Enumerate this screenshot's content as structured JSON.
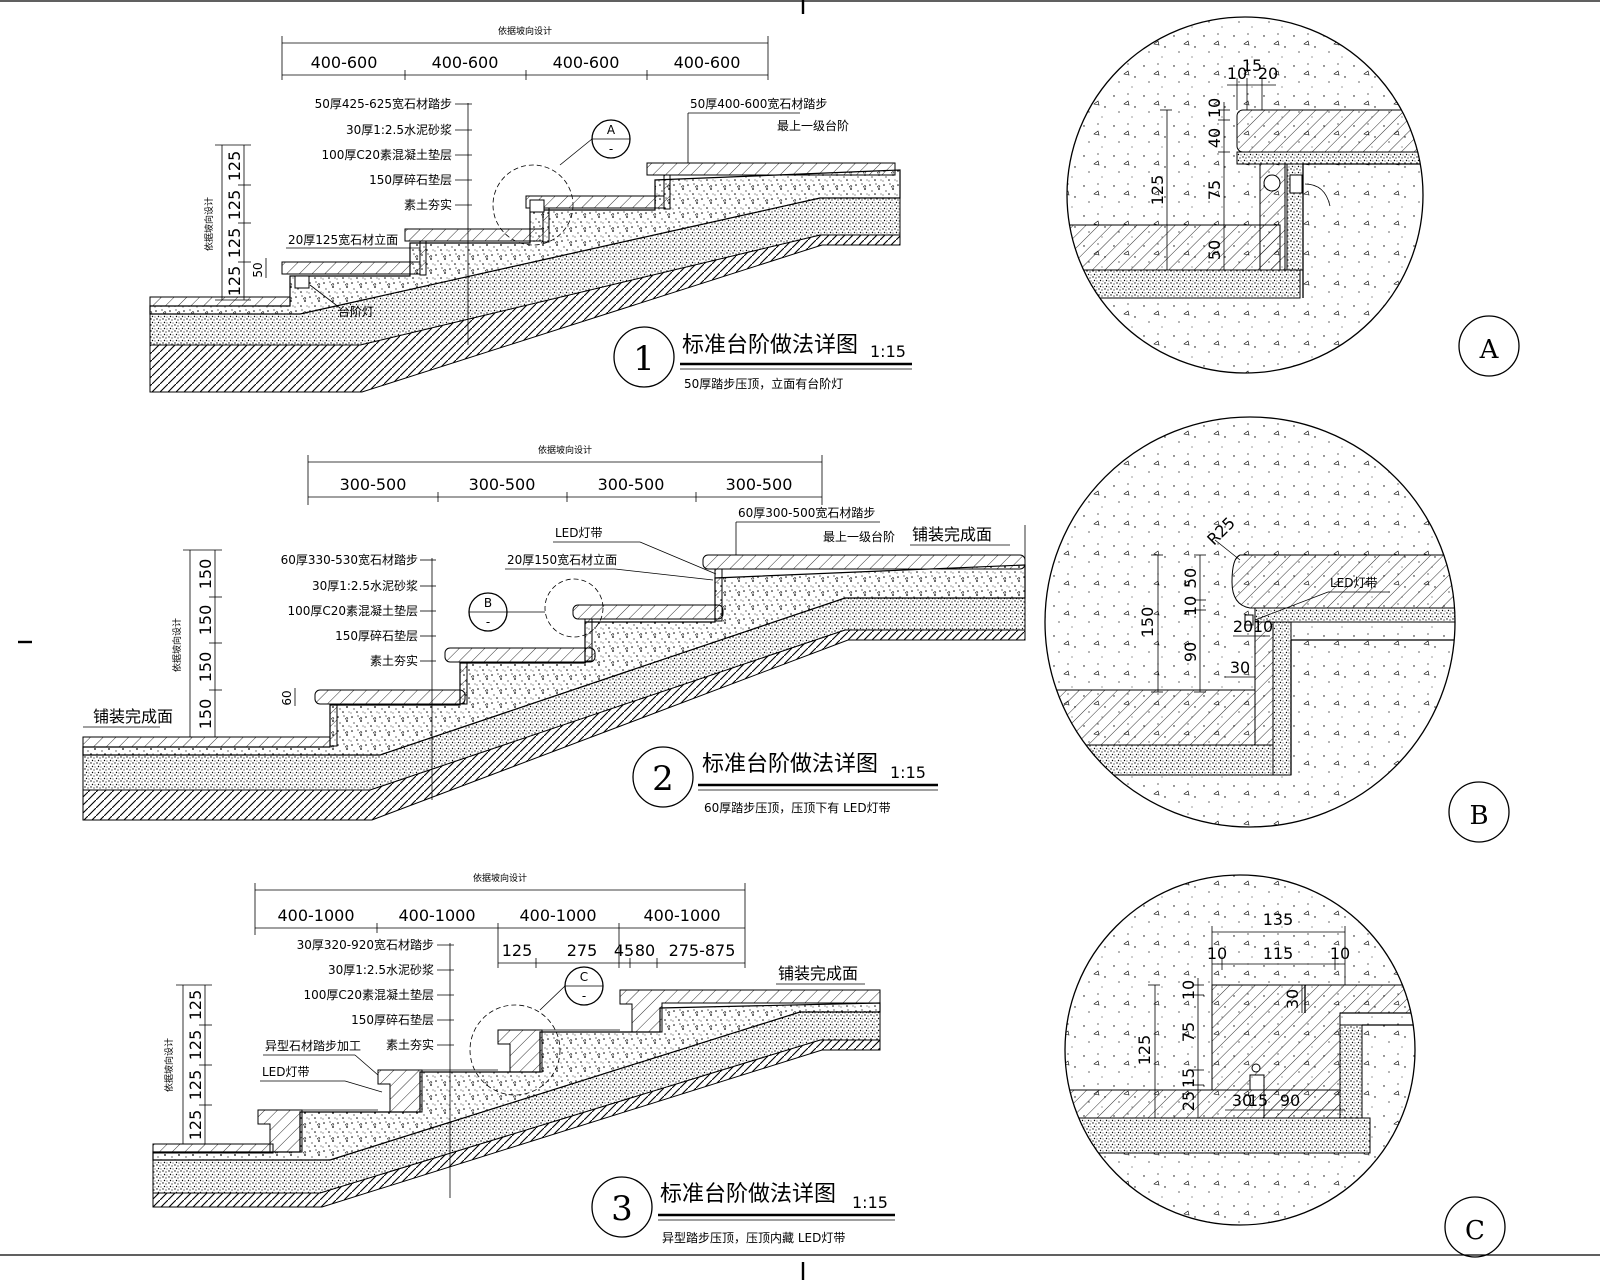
{
  "detail1": {
    "overall_dim": "依据坡向设计",
    "widths": [
      "400-600",
      "400-600",
      "400-600",
      "400-600"
    ],
    "layers": [
      "50厚425-625宽石材踏步",
      "30厚1:2.5水泥砂浆",
      "100厚C20素混凝土垫层",
      "150厚碎石垫层",
      "素土夯实"
    ],
    "riser_label": "20厚125宽石材立面",
    "top_tread": "50厚400-600宽石材踏步",
    "top_step": "最上一级台阶",
    "lamp": "台阶灯",
    "heights": [
      "125",
      "125",
      "125",
      "125"
    ],
    "small_dim": "50",
    "height_label": "依据坡向设计",
    "callout_letter": "A",
    "callout_sub": "-",
    "number": "1",
    "title": "标准台阶做法详图",
    "scale": "1:15",
    "subtitle": "50厚踏步压顶，立面有台阶灯"
  },
  "detail2": {
    "overall_dim": "依据坡向设计",
    "widths": [
      "300-500",
      "300-500",
      "300-500",
      "300-500"
    ],
    "layers": [
      "60厚330-530宽石材踏步",
      "30厚1:2.5水泥砂浆",
      "100厚C20素混凝土垫层",
      "150厚碎石垫层",
      "素土夯实"
    ],
    "led": "LED灯带",
    "riser_label": "20厚150宽石材立面",
    "top_tread": "60厚300-500宽石材踏步",
    "top_step": "最上一级台阶",
    "paving_top": "铺装完成面",
    "paving_left": "铺装完成面",
    "heights": [
      "150",
      "150",
      "150",
      "150"
    ],
    "small_dim": "60",
    "height_label": "依据坡向设计",
    "callout_letter": "B",
    "callout_sub": "-",
    "number": "2",
    "title": "标准台阶做法详图",
    "scale": "1:15",
    "subtitle": "60厚踏步压顶，压顶下有 LED灯带"
  },
  "detail3": {
    "overall_dim": "依据坡向设计",
    "widths": [
      "400-1000",
      "400-1000",
      "400-1000",
      "400-1000"
    ],
    "sub_widths": [
      "125",
      "275",
      "45",
      "80",
      "275-875"
    ],
    "layers": [
      "30厚320-920宽石材踏步",
      "30厚1:2.5水泥砂浆",
      "100厚C20素混凝土垫层",
      "150厚碎石垫层",
      "素土夯实"
    ],
    "special": "异型石材踏步加工",
    "led": "LED灯带",
    "paving": "铺装完成面",
    "heights": [
      "125",
      "125",
      "125",
      "125"
    ],
    "height_label": "依据坡向设计",
    "callout_letter": "C",
    "callout_sub": "-",
    "number": "3",
    "title": "标准台阶做法详图",
    "scale": "1:15",
    "subtitle": "异型踏步压顶，压顶内藏 LED灯带"
  },
  "circleA": {
    "label": "A",
    "top_dims": [
      "10",
      "15",
      "20"
    ],
    "v_dims": [
      "10",
      "40",
      "75",
      "50"
    ],
    "overall": "125"
  },
  "circleB": {
    "label": "B",
    "radius": "R25",
    "led": "LED灯带",
    "v_dims": [
      "50",
      "10",
      "90"
    ],
    "overall": "150",
    "h_dims": [
      "20",
      "10",
      "30"
    ]
  },
  "circleC": {
    "label": "C",
    "top_total": "135",
    "top_dims": [
      "10",
      "115",
      "10"
    ],
    "v_dims": [
      "10",
      "75",
      "15",
      "25"
    ],
    "overall": "125",
    "inner": "30",
    "bottom_dims": [
      "30",
      "15",
      "90"
    ]
  }
}
